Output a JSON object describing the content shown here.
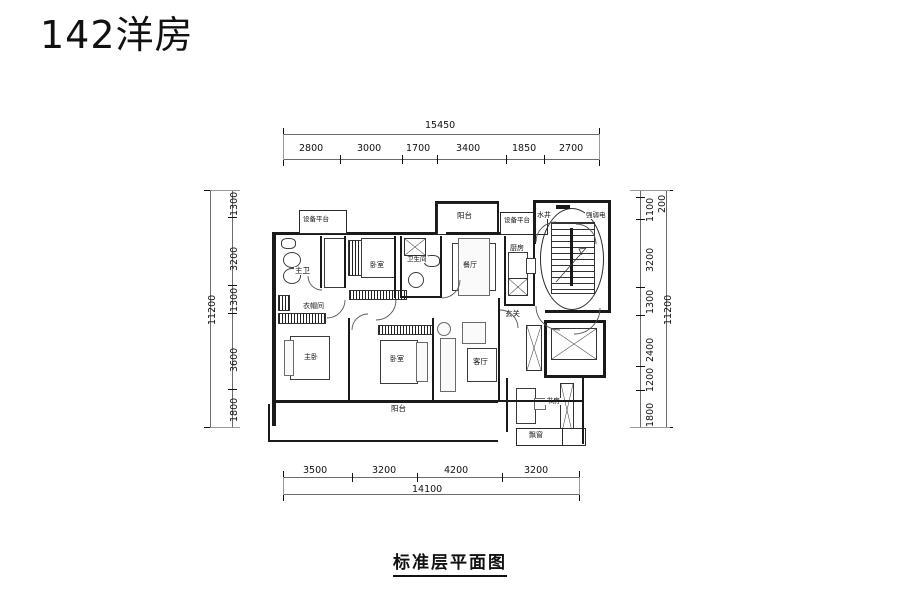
{
  "page": {
    "title": "142洋房",
    "caption": "标准层平面图"
  },
  "dimensions": {
    "top": {
      "total": "15450",
      "segments": [
        "2800",
        "3000",
        "1700",
        "3400",
        "1850",
        "2700"
      ]
    },
    "bottom": {
      "total": "14100",
      "segments": [
        "3500",
        "3200",
        "4200",
        "3200"
      ]
    },
    "left": {
      "total": "11200",
      "segments": [
        "1300",
        "3200",
        "1300",
        "3600",
        "1800"
      ]
    },
    "right": {
      "total": "11200",
      "segments": [
        "200",
        "1100",
        "3200",
        "1300",
        "2400",
        "1200",
        "1800"
      ]
    }
  },
  "rooms": [
    {
      "name": "equipment-platform-left",
      "label": "设备平台"
    },
    {
      "name": "master-bath",
      "label": "主卫"
    },
    {
      "name": "bedroom-upper",
      "label": "卧室"
    },
    {
      "name": "bathroom",
      "label": "卫生间"
    },
    {
      "name": "balcony-upper",
      "label": "阳台"
    },
    {
      "name": "equipment-platform-right",
      "label": "设备平台"
    },
    {
      "name": "water-shaft",
      "label": "水井"
    },
    {
      "name": "electrical-shaft",
      "label": "强弱电"
    },
    {
      "name": "dining-room",
      "label": "餐厅"
    },
    {
      "name": "kitchen",
      "label": "厨房"
    },
    {
      "name": "walk-in-closet",
      "label": "衣帽间"
    },
    {
      "name": "entry-foyer",
      "label": "玄关"
    },
    {
      "name": "master-bedroom",
      "label": "主卧"
    },
    {
      "name": "bedroom-lower",
      "label": "卧室"
    },
    {
      "name": "living-room",
      "label": "客厅"
    },
    {
      "name": "study",
      "label": "书房"
    },
    {
      "name": "balcony-lower",
      "label": "阳台"
    },
    {
      "name": "bay-window",
      "label": "飘窗"
    }
  ],
  "colors": {
    "ink": "#1a1a1a",
    "dimension": "#6b6b6b",
    "wall_fill": "#7d7d7d",
    "paper": "#ffffff"
  }
}
